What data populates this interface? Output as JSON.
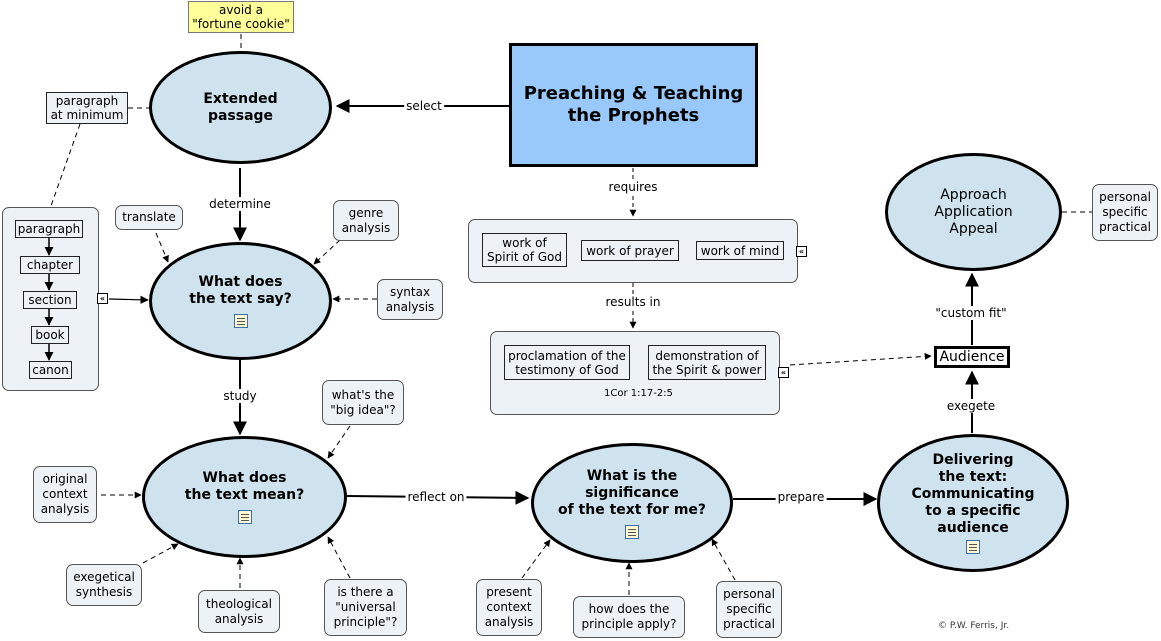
{
  "main_topic": "Preaching & Teaching\nthe Prophets",
  "note_fortune": "avoid a\n\"fortune cookie\"",
  "nodes": {
    "extended_passage": "Extended\npassage",
    "what_say": "What does\nthe text say?",
    "what_mean": "What does\nthe text mean?",
    "significance": "What is the\nsignificance\nof the text for me?",
    "delivering": "Delivering\nthe text:\nCommunicating\nto a specific\naudience",
    "approach": "Approach\nApplication\nAppeal",
    "audience": "Audience"
  },
  "boxes": {
    "paragraph_min": "paragraph\nat minimum",
    "translate": "translate",
    "genre": "genre\nanalysis",
    "syntax": "syntax\nanalysis",
    "big_idea": "what's the\n\"big idea\"?",
    "original_context": "original\ncontext\nanalysis",
    "exegetical": "exegetical\nsynthesis",
    "theological": "theological\nanalysis",
    "universal": "is there a\n\"universal\nprinciple\"?",
    "present_context": "present\ncontext\nanalysis",
    "how_apply": "how does the\nprinciple apply?",
    "personal_bottom": "personal\nspecific\npractical",
    "personal_right": "personal\nspecific\npractical"
  },
  "hierarchy": [
    "paragraph",
    "chapter",
    "section",
    "book",
    "canon"
  ],
  "works": [
    "work of\nSpirit of God",
    "work of prayer",
    "work of mind"
  ],
  "results": [
    "proclamation of the\ntestimony of God",
    "demonstration of\nthe Spirit & power"
  ],
  "reference": "1Cor 1:17-2:5",
  "links": {
    "select": "select",
    "determine": "determine",
    "study": "study",
    "reflect_on": "reflect on",
    "prepare": "prepare",
    "requires": "requires",
    "results_in": "results in",
    "exegete": "exegete",
    "custom_fit": "\"custom fit\""
  },
  "credit": "© P.W. Ferris, Jr.",
  "colors": {
    "ellipse_fill": "#cfe3ee",
    "main_fill": "#99c9fb",
    "note_fill": "#ffff99",
    "box_fill": "#ecf2f5"
  }
}
